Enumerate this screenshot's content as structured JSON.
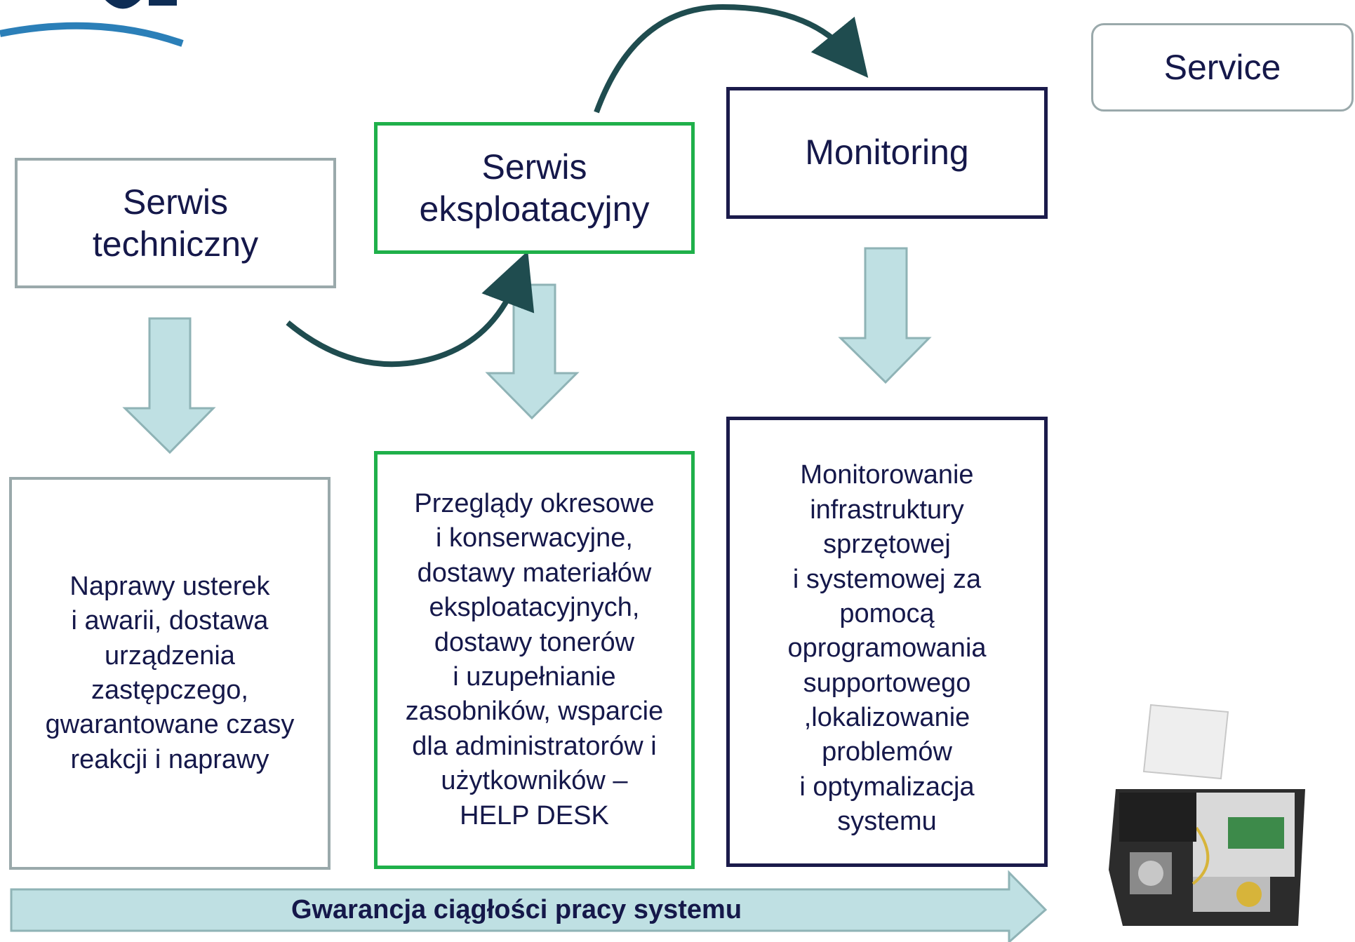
{
  "service_label": "Service",
  "columns": [
    {
      "title": "Serwis\ntechniczny",
      "body": "Naprawy usterek\ni awarii, dostawa\nurządzenia\nzastępczego,\ngwarantowane czasy\nreakcji i naprawy"
    },
    {
      "title": "Serwis\neksploatacyjny",
      "body": "Przeglądy okresowe\ni konserwacyjne,\ndostawy materiałów\neksploatacyjnych,\ndostawy tonerów\ni uzupełnianie\nzasobników, wsparcie\ndla administratorów i\nużytkowników –\nHELP DESK"
    },
    {
      "title": "Monitoring",
      "body": "Monitorowanie\ninfrastruktury\nsprzętowej\ni systemowej za\npomocą\noprogramowania\nsupportowego\n,lokalizowanie\nproblemów\ni optymalizacja\nsystemu"
    }
  ],
  "banner": "Gwarancja ciągłości pracy systemu",
  "colors": {
    "arrow_fill": "#bfe0e3",
    "arrow_stroke": "#8fb3b6",
    "curve": "#1f4c4f",
    "green": "#1fb04a",
    "navy": "#1b1b4b",
    "grey": "#9aa9ab"
  }
}
